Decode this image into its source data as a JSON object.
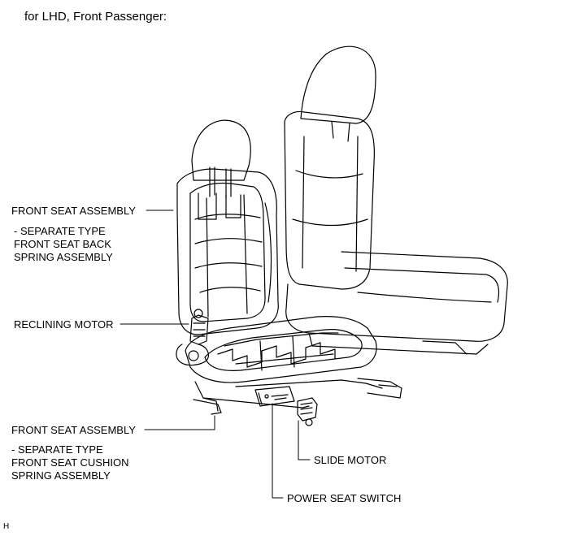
{
  "title": "for LHD, Front Passenger:",
  "labels": {
    "front_seat_assembly_back": "FRONT SEAT ASSEMBLY",
    "back_spring_sub": [
      "- SEPARATE TYPE",
      "FRONT SEAT BACK",
      "SPRING ASSEMBLY"
    ],
    "reclining_motor": "RECLINING MOTOR",
    "front_seat_assembly_cushion": "FRONT SEAT ASSEMBLY",
    "cushion_spring_sub": [
      "- SEPARATE TYPE",
      "FRONT SEAT CUSHION",
      "SPRING ASSEMBLY"
    ],
    "slide_motor": "SLIDE MOTOR",
    "power_seat_switch": "POWER SEAT SWITCH"
  },
  "corner_mark": "H"
}
